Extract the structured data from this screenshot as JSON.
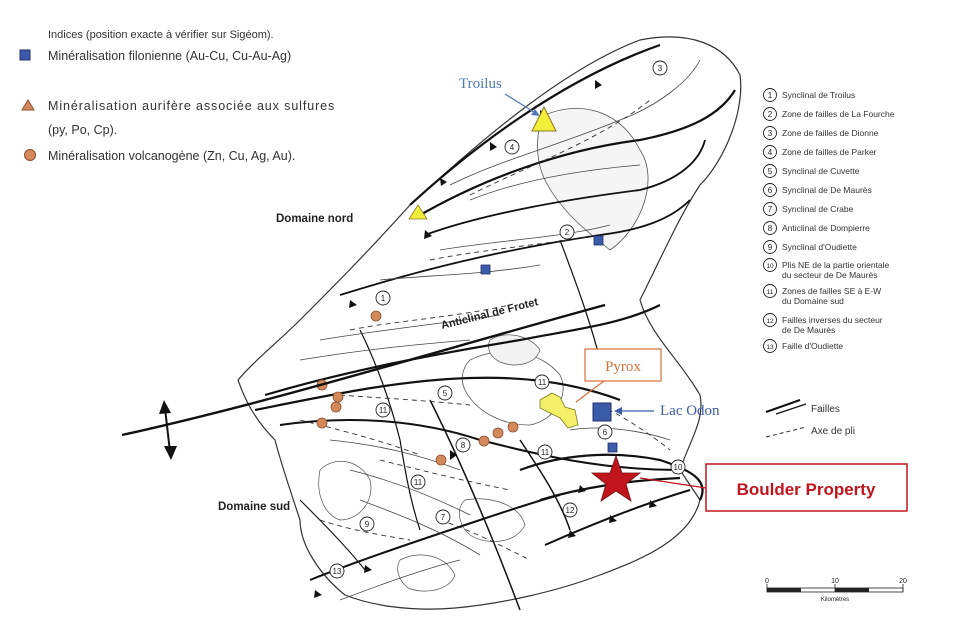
{
  "legend": {
    "header": "Indices (position exacte à vérifier sur Sigéom).",
    "items": [
      {
        "symbol": "square",
        "color": "#3b5aa8",
        "text": "Minéralisation filonienne (Au-Cu, Cu-Au-Ag)"
      },
      {
        "symbol": "triangle",
        "color": "#d4895a",
        "text": "Minéralisation aurifère associée aux sulfures",
        "text2": "(py, Po, Cp)."
      },
      {
        "symbol": "circle",
        "color": "#d4895a",
        "text": "Minéralisation volcanogène (Zn, Cu, Ag, Au)."
      }
    ]
  },
  "structures": [
    {
      "num": "1",
      "name": "Synclinal de Troilus"
    },
    {
      "num": "2",
      "name": "Zone de failles de La Fourche"
    },
    {
      "num": "3",
      "name": "Zone de failles de Dionne"
    },
    {
      "num": "4",
      "name": "Zone de failles de Parker"
    },
    {
      "num": "5",
      "name": "Synclinal de Cuvette"
    },
    {
      "num": "6",
      "name": "Synclinal de De Maurès"
    },
    {
      "num": "7",
      "name": "Synclinal de Crabe"
    },
    {
      "num": "8",
      "name": "Anticlinal de Dompierre"
    },
    {
      "num": "9",
      "name": "Synclinal d'Oudiette"
    },
    {
      "num": "10",
      "name": "Plis NE de la partie orientale",
      "name2": "du secteur de De Maurès"
    },
    {
      "num": "11",
      "name": "Zones de failles SE à E-W",
      "name2": "du Domaine sud"
    },
    {
      "num": "12",
      "name": "Failles inverses du secteur",
      "name2": "de De Maurès"
    },
    {
      "num": "13",
      "name": "Faille d'Oudiette"
    }
  ],
  "line_legend": {
    "faults": "Failles",
    "fold_axis": "Axe de pli"
  },
  "labels": {
    "domain_north": "Domaine nord",
    "domain_south": "Domaine sud",
    "anticline": "Anticlinal de Frotet",
    "troilus": "Troilus",
    "pyrox": "Pyrox",
    "lac_odon": "Lac Odon",
    "boulder": "Boulder Property"
  },
  "scale": {
    "ticks": [
      "0",
      "10",
      "20"
    ],
    "unit": "Kilomètres"
  },
  "colors": {
    "blue_square": "#3b5aa8",
    "orange": "#d4895a",
    "troilus_triangle": "#f3ee3a",
    "pyrox_polygon": "#f4f06a",
    "star": "#c0151d",
    "boulder_text": "#c0151d",
    "troilus_text": "#4f78b8",
    "pyrox_text": "#d5703a",
    "lac_odon_text": "#3b5aa8"
  }
}
